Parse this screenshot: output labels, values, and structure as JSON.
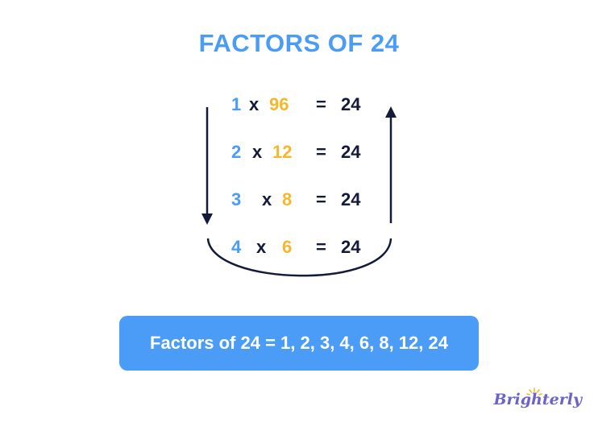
{
  "title": "FACTORS OF 24",
  "rows": [
    {
      "a": "1",
      "x": "x",
      "b": "96",
      "eq": "=",
      "result": "24"
    },
    {
      "a": "2",
      "x": "x",
      "b": "12",
      "eq": "=",
      "result": "24"
    },
    {
      "a": "3",
      "x": "x",
      "b": "8",
      "eq": "=",
      "result": "24"
    },
    {
      "a": "4",
      "x": "x",
      "b": "6",
      "eq": "=",
      "result": "24"
    }
  ],
  "summary": "Factors of 24 = 1, 2, 3, 4, 6, 8, 12, 24",
  "logo": "Brighterly",
  "colors": {
    "blue": "#4a9cf7",
    "orange": "#f6b82a",
    "dark": "#141a3a",
    "logo": "#6b63c9"
  }
}
